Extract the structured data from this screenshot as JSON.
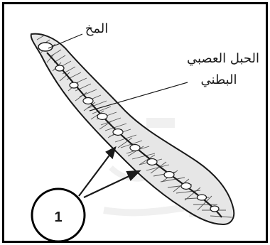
{
  "diagram": {
    "labels": {
      "brain": "المخ",
      "nerve_cord_line1": "الحبل العصبي",
      "nerve_cord_line2": "البطني",
      "marker": "1"
    },
    "colors": {
      "ink": "#1a1a1a",
      "body_fill": "#e6e6e6",
      "watermark": "#efefef"
    }
  }
}
